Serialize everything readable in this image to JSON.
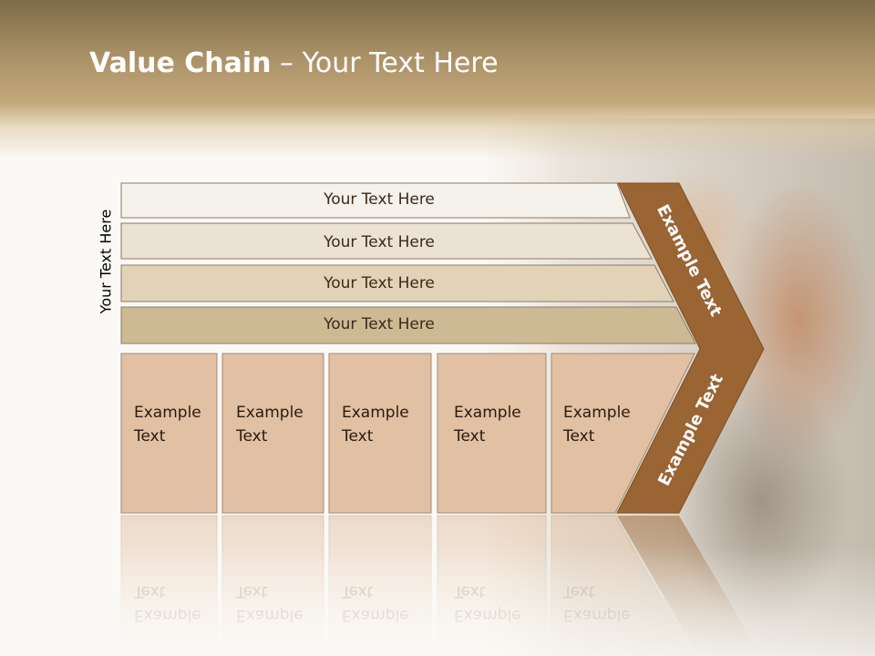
{
  "title": {
    "bold": "Value Chain",
    "rest": " – Your Text Here"
  },
  "side_label": "Your Text Here",
  "rows": [
    {
      "label": "Your Text Here"
    },
    {
      "label": "Your Text Here"
    },
    {
      "label": "Your Text Here"
    },
    {
      "label": "Your Text Here"
    }
  ],
  "columns": [
    {
      "label": "Example\nText"
    },
    {
      "label": "Example\nText"
    },
    {
      "label": "Example\nText"
    },
    {
      "label": "Example\nText"
    },
    {
      "label": "Example\nText"
    }
  ],
  "chevron": {
    "upper_label": "Example Text",
    "lower_label": "Example Text"
  },
  "colors": {
    "header": "#a99066",
    "row_fills": [
      "#f5f1eb",
      "#ebe2d4",
      "#e1d2b8",
      "#cdb993"
    ],
    "column_fill": "#e1c0a3",
    "chevron": "#9a6433"
  }
}
